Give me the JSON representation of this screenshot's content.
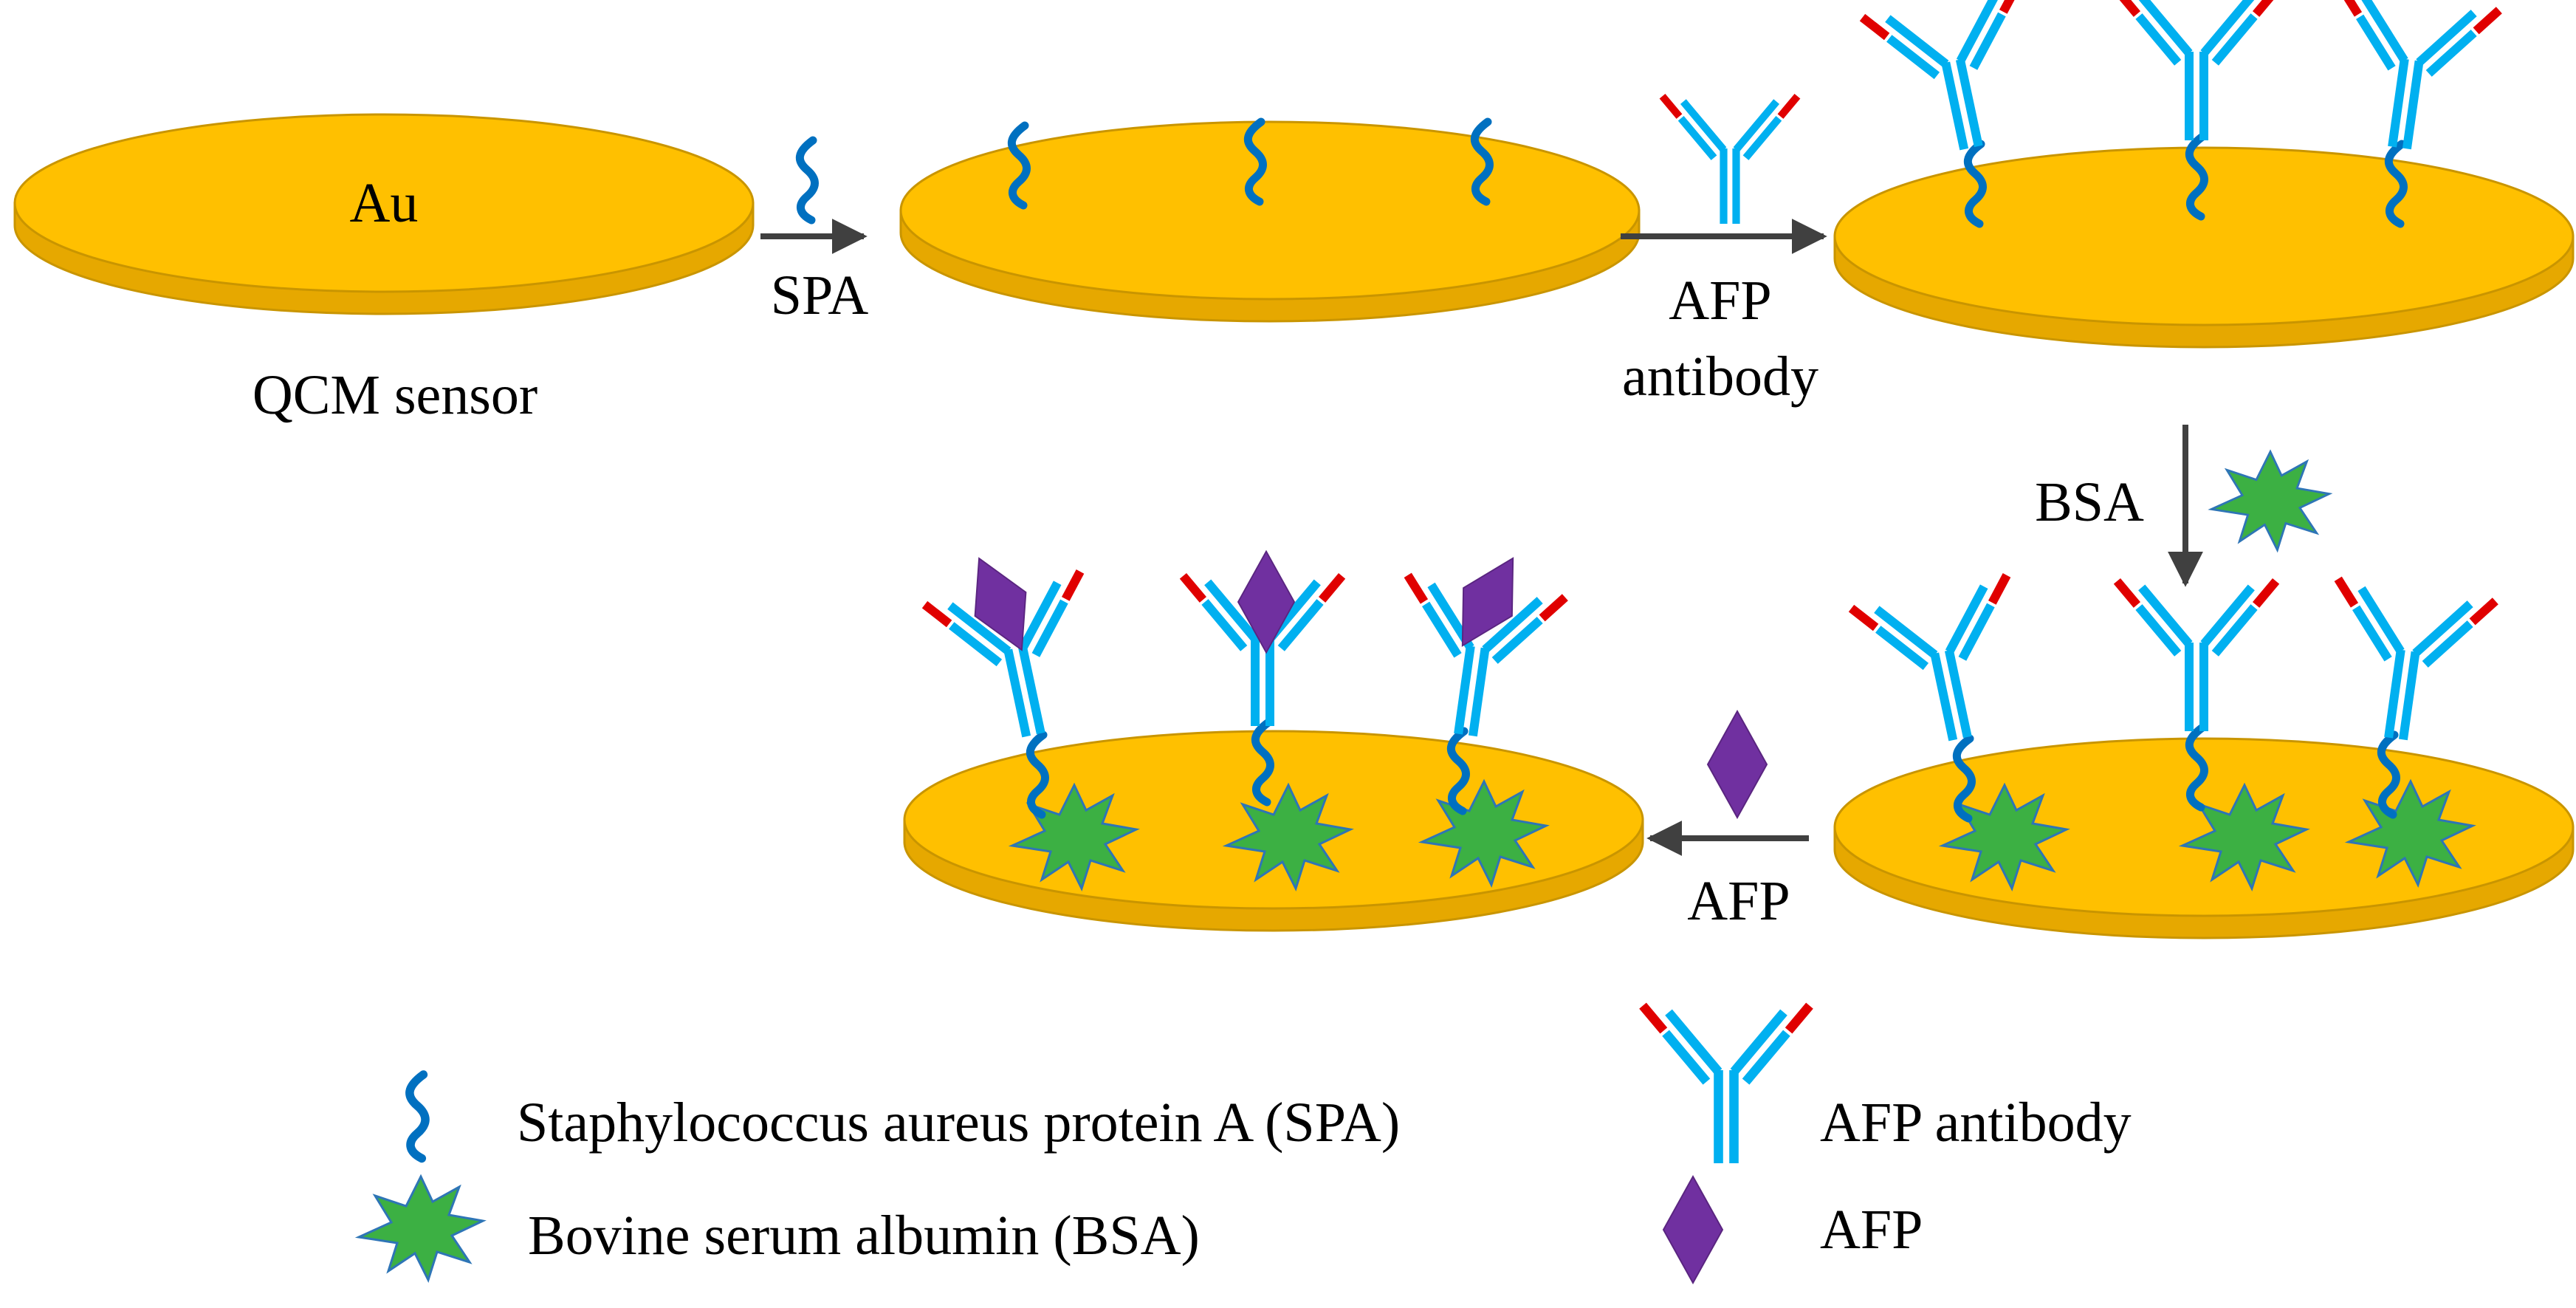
{
  "labels": {
    "gold": "Au",
    "sensor": "QCM sensor",
    "step1": "SPA",
    "step2_line1": "AFP",
    "step2_line2": "antibody",
    "step3": "BSA",
    "step4": "AFP"
  },
  "legend": {
    "spa": "Staphylococcus aureus protein A (SPA)",
    "bsa": "Bovine serum albumin (BSA)",
    "antibody": "AFP antibody",
    "afp": "AFP"
  },
  "colors": {
    "gold_top": "#FFC000",
    "gold_side": "#E6A800",
    "gold_edge": "#C99500",
    "spa": "#0070C0",
    "antibody": "#00B0F0",
    "antibody_tip": "#E00000",
    "bsa_fill": "#3CB043",
    "bsa_stroke": "#2E75B6",
    "afp": "#7030A0",
    "arrow": "#404040"
  }
}
